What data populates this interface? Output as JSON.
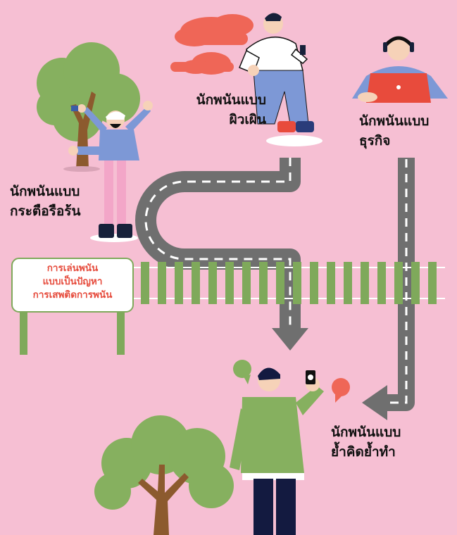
{
  "labels": {
    "casual": "นักพนันแบบ\nผิวเผิน",
    "business": "นักพนันแบบ\nธุรกิจ",
    "stimulating": "นักพนันแบบ\nกระตือรือร้น",
    "compulsive": "นักพนันแบบ\nย้ำคิดย้ำทำ"
  },
  "sign": {
    "text": "การเล่นพนัน\nแบบเป็นปัญหา\nการเสพติดการพนัน"
  },
  "colors": {
    "background": "#f6bfd3",
    "road": "#6f6f6f",
    "road_dash": "#ffffff",
    "track_tie": "#7fa95b",
    "tree_foliage": "#86b05f",
    "tree_trunk": "#8c5a2e",
    "cloud": "#ef6657",
    "sign_text": "#e64b3c"
  },
  "icons": [
    "tree",
    "cloud",
    "speech-bubble",
    "laptop",
    "smartphone",
    "road-arrow",
    "railway-track"
  ]
}
